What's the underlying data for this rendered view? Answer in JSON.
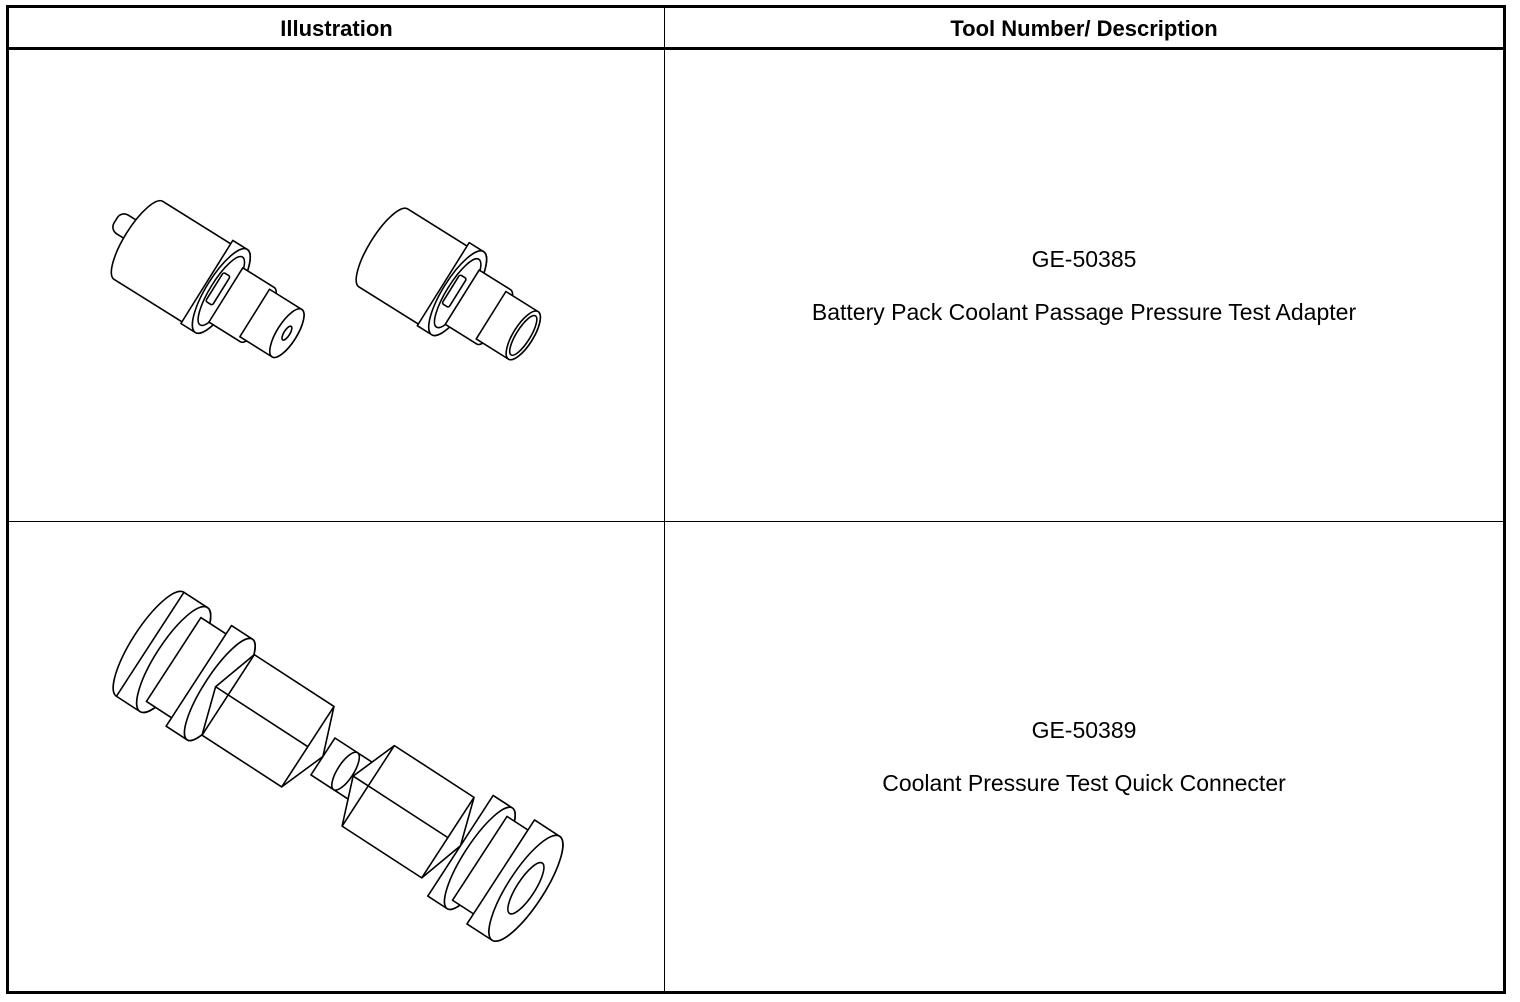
{
  "table": {
    "headers": [
      "Illustration",
      "Tool Number/ Description"
    ],
    "rows": [
      {
        "illustration_icon": "pressure-test-adapter-pair-icon",
        "tool_number": "GE-50385",
        "description": "Battery Pack Coolant Passage Pressure Test Adapter"
      },
      {
        "illustration_icon": "quick-connecter-icon",
        "tool_number": "GE-50389",
        "description": "Coolant Pressure Test Quick Connecter"
      }
    ]
  }
}
